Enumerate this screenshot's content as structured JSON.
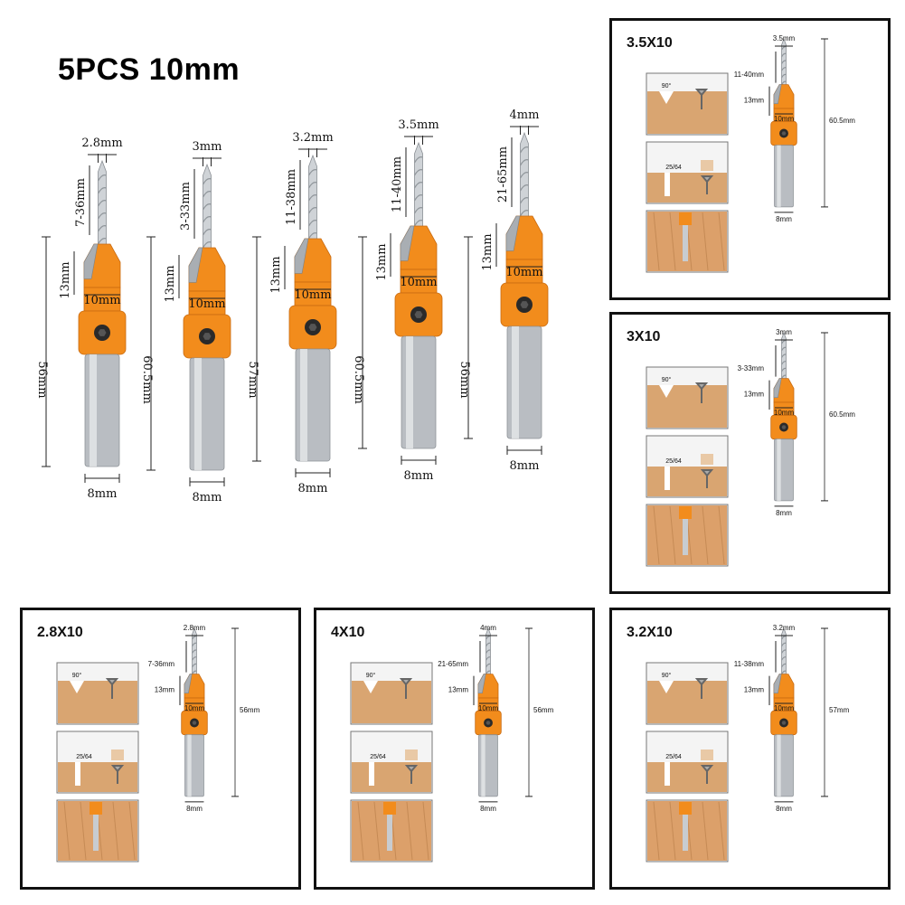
{
  "title": "5PCS 10mm",
  "colors": {
    "orange": "#F28C1C",
    "shank": "#b9bdc2",
    "wood": "#d9a571",
    "frame": "#111111"
  },
  "bits": [
    {
      "tip": "2.8mm",
      "flute": "7-36mm",
      "cut": "13mm",
      "collar": "10mm",
      "total": "56mm",
      "shank": "8mm"
    },
    {
      "tip": "3mm",
      "flute": "3-33mm",
      "cut": "13mm",
      "collar": "10mm",
      "total": "60.5mm",
      "shank": "8mm"
    },
    {
      "tip": "3.2mm",
      "flute": "11-38mm",
      "cut": "13mm",
      "collar": "10mm",
      "total": "57mm",
      "shank": "8mm"
    },
    {
      "tip": "3.5mm",
      "flute": "11-40mm",
      "cut": "13mm",
      "collar": "10mm",
      "total": "60.5mm",
      "shank": "8mm"
    },
    {
      "tip": "4mm",
      "flute": "21-65mm",
      "cut": "13mm",
      "collar": "10mm",
      "total": "56mm",
      "shank": "8mm"
    }
  ],
  "panels": [
    {
      "title": "3.5X10",
      "tip": "3.5mm",
      "flute": "11-40mm",
      "cut": "13mm",
      "collar": "10mm",
      "total": "60.5mm",
      "shank": "8mm",
      "angle": "90°",
      "fraction": "25/64"
    },
    {
      "title": "3X10",
      "tip": "3mm",
      "flute": "3-33mm",
      "cut": "13mm",
      "collar": "10mm",
      "total": "60.5mm",
      "shank": "8mm",
      "angle": "90°",
      "fraction": "25/64"
    },
    {
      "title": "2.8X10",
      "tip": "2.8mm",
      "flute": "7-36mm",
      "cut": "13mm",
      "collar": "10mm",
      "total": "56mm",
      "shank": "8mm",
      "angle": "90°",
      "fraction": "25/64"
    },
    {
      "title": "4X10",
      "tip": "4mm",
      "flute": "21-65mm",
      "cut": "13mm",
      "collar": "10mm",
      "total": "56mm",
      "shank": "8mm",
      "angle": "90°",
      "fraction": "25/64"
    },
    {
      "title": "3.2X10",
      "tip": "3.2mm",
      "flute": "11-38mm",
      "cut": "13mm",
      "collar": "10mm",
      "total": "57mm",
      "shank": "8mm",
      "angle": "90°",
      "fraction": "25/64"
    }
  ]
}
